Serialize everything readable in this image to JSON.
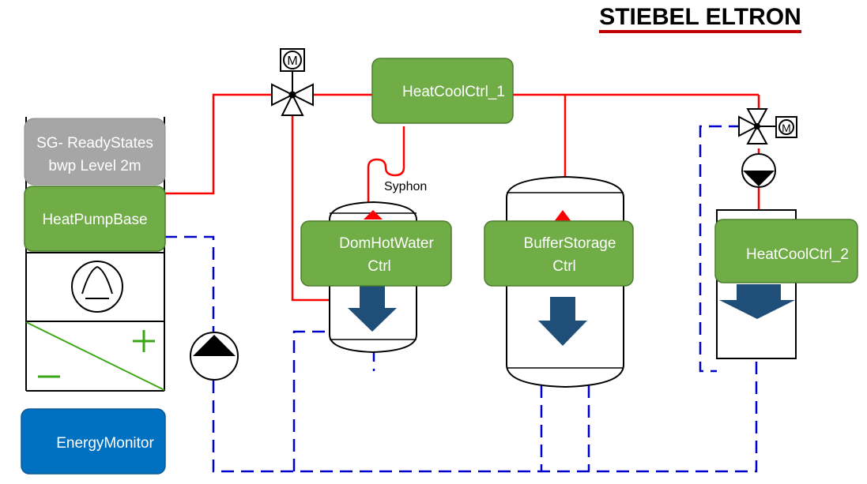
{
  "brand": {
    "logo_text": "STIEBEL ELTRON"
  },
  "colors": {
    "supply": "#ff0000",
    "return": "#0000cc",
    "module": "#70ad47",
    "module_border": "#4e7d2f",
    "inactive": "#a6a6a6",
    "monitor": "#0070c0",
    "arrow": "#1f4e79"
  },
  "modules": {
    "sg_ready": {
      "line1": "SG- ReadyStates",
      "line2": "bwp  Level 2m"
    },
    "heat_pump_base": {
      "label": "HeatPumpBase"
    },
    "heat_cool_ctrl_1": {
      "label": "HeatCoolCtrl_1"
    },
    "dom_hot_water": {
      "line1": "DomHotWater",
      "line2": "Ctrl"
    },
    "buffer_storage": {
      "line1": "BufferStorage",
      "line2": "Ctrl"
    },
    "heat_cool_ctrl_2": {
      "label": "HeatCoolCtrl_2"
    },
    "energy_monitor": {
      "label": "EnergyMonitor"
    }
  },
  "annotations": {
    "syphon": "Syphon",
    "motor_1": "M",
    "motor_2": "M"
  },
  "icons": [
    "three-way-valve-icon",
    "motor-icon",
    "pump-icon",
    "compressor-icon",
    "heat-exchanger-down-arrow-icon"
  ]
}
